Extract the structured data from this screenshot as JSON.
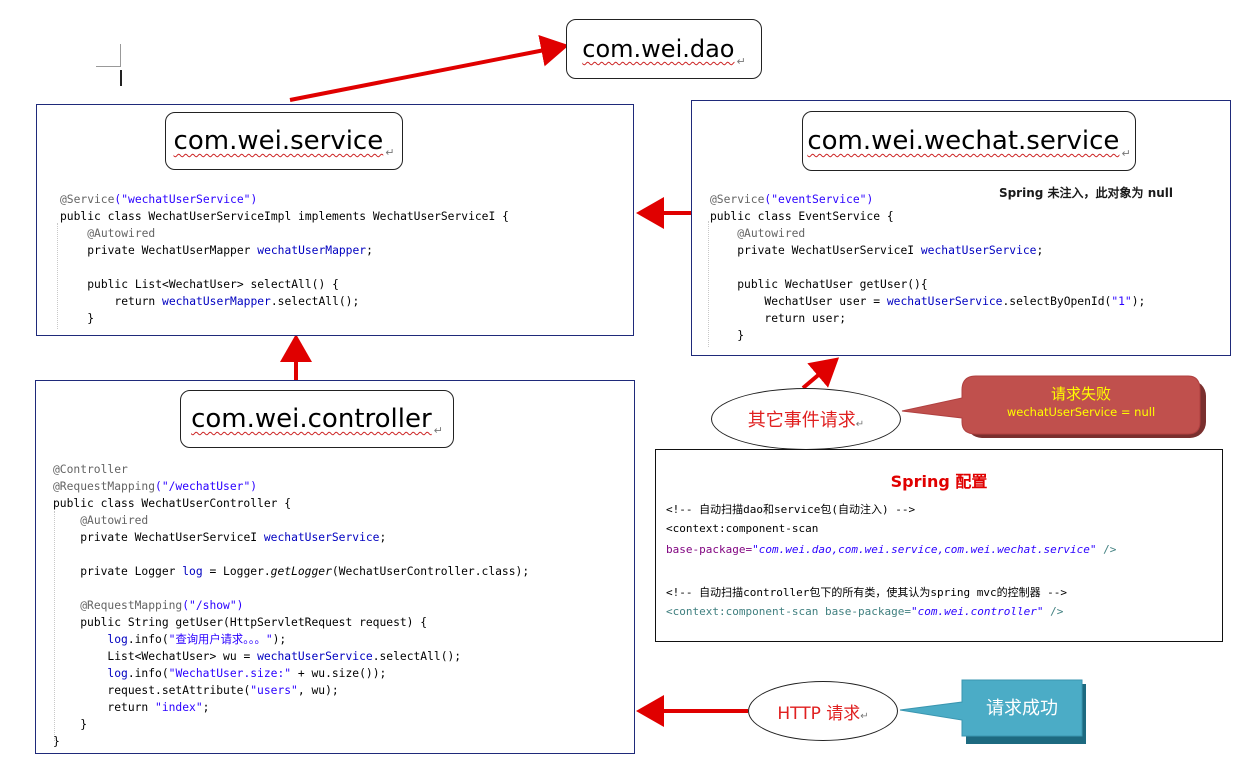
{
  "packages": {
    "dao": "com.wei.dao",
    "service": "com.wei.service",
    "wechat_service": "com.wei.wechat.service",
    "controller": "com.wei.controller"
  },
  "service_code": {
    "l1_ann": "@Service",
    "l1_arg": "(\"wechatUserService\")",
    "l2": "public class WechatUserServiceImpl implements WechatUserServiceI {",
    "l3": "@Autowired",
    "l4_a": "private WechatUserMapper ",
    "l4_b": "wechatUserMapper",
    "l4_c": ";",
    "l5": "public List<WechatUser> selectAll() {",
    "l6_a": "return ",
    "l6_b": "wechatUserMapper",
    "l6_c": ".selectAll();",
    "l7": "}"
  },
  "event_code": {
    "l1_ann": "@Service",
    "l1_arg": "(\"eventService\")",
    "l2": "public class EventService {",
    "l3": "@Autowired",
    "l4_a": "private WechatUserServiceI ",
    "l4_b": "wechatUserService",
    "l4_c": ";",
    "l5": "public WechatUser getUser(){",
    "l6_a": "WechatUser user = ",
    "l6_b": "wechatUserService",
    "l6_c": ".selectByOpenId(",
    "l6_d": "\"1\"",
    "l6_e": ");",
    "l7": "return user;",
    "l8": "}"
  },
  "controller_code": {
    "l1": "@Controller",
    "l2_a": "@RequestMapping",
    "l2_b": "(\"/wechatUser\")",
    "l3": "public class WechatUserController {",
    "l4": "@Autowired",
    "l5_a": "private WechatUserServiceI ",
    "l5_b": "wechatUserService",
    "l5_c": ";",
    "l6_a": "private Logger ",
    "l6_b": "log",
    "l6_c": " = Logger.",
    "l6_d": "getLogger",
    "l6_e": "(WechatUserController.class);",
    "l7_a": "@RequestMapping",
    "l7_b": "(\"/show\")",
    "l8": "public String getUser(HttpServletRequest request) {",
    "l9_a": "log",
    "l9_b": ".info(",
    "l9_c": "\"查询用户请求。。。\"",
    "l9_d": ");",
    "l10_a": "List<WechatUser> wu = ",
    "l10_b": "wechatUserService",
    "l10_c": ".selectAll();",
    "l11_a": "log",
    "l11_b": ".info(",
    "l11_c": "\"WechatUser.size:\"",
    "l11_d": " + wu.size());",
    "l12_a": "request.setAttribute(",
    "l12_b": "\"users\"",
    "l12_c": ", wu);",
    "l13_a": "return ",
    "l13_b": "\"index\"",
    "l13_c": ";",
    "l14": "}",
    "l15": "}"
  },
  "callouts": {
    "spring_null": "Spring 未注入，此对象为 null",
    "fail_title": "请求失败",
    "fail_detail": "wechatUserService = null",
    "success": "请求成功"
  },
  "ovals": {
    "other_event": "其它事件请求",
    "http": "HTTP 请求"
  },
  "spring_config": {
    "title": "Spring  配置",
    "c1": "<!-- 自动扫描dao和service包(自动注入) -->",
    "c2_tag": "<context:component-scan",
    "c3_attr": "base-package=",
    "c3_val": "\"com.wei.dao,com.wei.service,com.wei.wechat.service\"",
    "c3_end": " />",
    "c4": "<!-- 自动扫描controller包下的所有类，使其认为spring  mvc的控制器 -->",
    "c5_tag": "<context:component-scan base-package=",
    "c5_val": "\"com.wei.controller\"",
    "c5_end": " />"
  },
  "colors": {
    "arrow": "#e00000",
    "box_border": "#1f2a7a",
    "green_callout": "#9bbb59",
    "red_callout": "#c0504d",
    "teal_callout": "#4bacc6"
  }
}
